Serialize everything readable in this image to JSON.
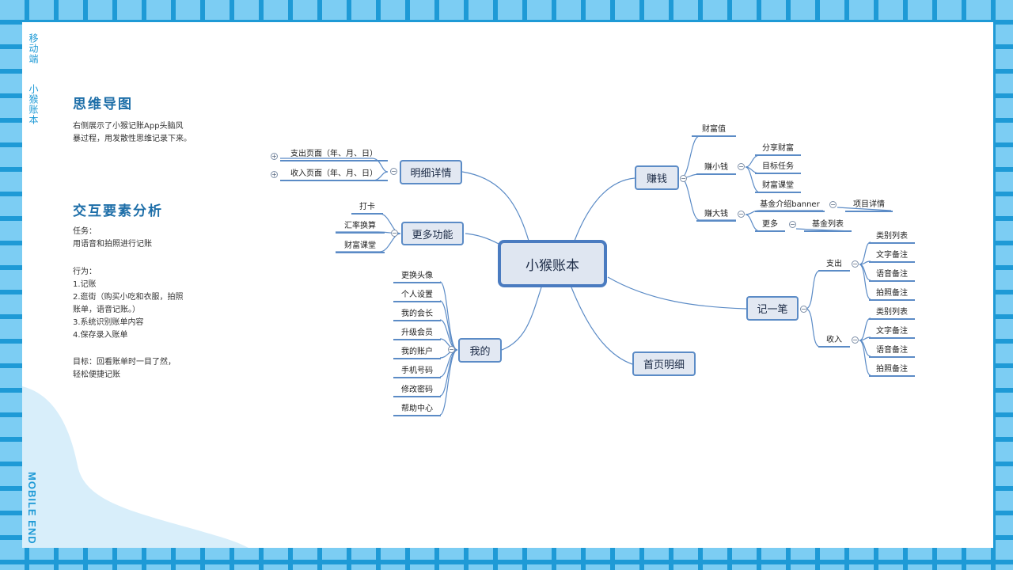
{
  "side_label_cn": "移动端",
  "side_label_app": "小猴账本",
  "side_label_en": "MOBILE END",
  "left": {
    "mindmap_title": "思维导图",
    "mindmap_desc": "右侧展示了小猴记账App头脑风\n暴过程，用发散性思维记录下来。",
    "analysis_title": "交互要素分析",
    "task_label": "任务：",
    "task_text": "用语音和拍照进行记账",
    "behavior_label": "行为：",
    "behavior_items": [
      "1.记账",
      "2.逛街（购买小吃和衣服，拍照\n账单，语音记账。）",
      "3.系统识别账单内容",
      "4.保存录入账单"
    ],
    "goal_text": "目标：回看账单时一目了然，\n轻松便捷记账"
  },
  "mindmap": {
    "root": "小猴账本",
    "mingxi": "明细详情",
    "mingxi_children": [
      "支出页面（年、月、日）",
      "收入页面（年、月、日）"
    ],
    "gengduo": "更多功能",
    "gengduo_children": [
      "打卡",
      "汇率换算",
      "财富课堂"
    ],
    "wode": "我的",
    "wode_children": [
      "更换头像",
      "个人设置",
      "我的会长",
      "升级会员",
      "我的账户",
      "手机号码",
      "修改密码",
      "帮助中心"
    ],
    "zhuanqian": "赚钱",
    "caifuzhi": "财富值",
    "zhuanxiaoqian": "赚小钱",
    "zhuanxiaoqian_children": [
      "分享财富",
      "目标任务",
      "财富课堂"
    ],
    "zhuandaqian": "赚大钱",
    "jijin_banner": "基金介绍banner",
    "xiangmu": "项目详情",
    "more": "更多",
    "jijin_list": "基金列表",
    "jiyibi": "记一笔",
    "zhichu": "支出",
    "zhichu_children": [
      "类别列表",
      "文字备注",
      "语音备注",
      "拍照备注"
    ],
    "shouru": "收入",
    "shouru_children": [
      "类别列表",
      "文字备注",
      "语音备注",
      "拍照备注"
    ],
    "shouye": "首页明细"
  },
  "colors": {
    "frame_blue": "#1e9ad6",
    "frame_light": "#7ccdf3",
    "node_border": "#5b8bc6",
    "node_fill": "#e2e8f2",
    "heading_blue": "#1d6ea8",
    "wave": "#d8eefa"
  }
}
